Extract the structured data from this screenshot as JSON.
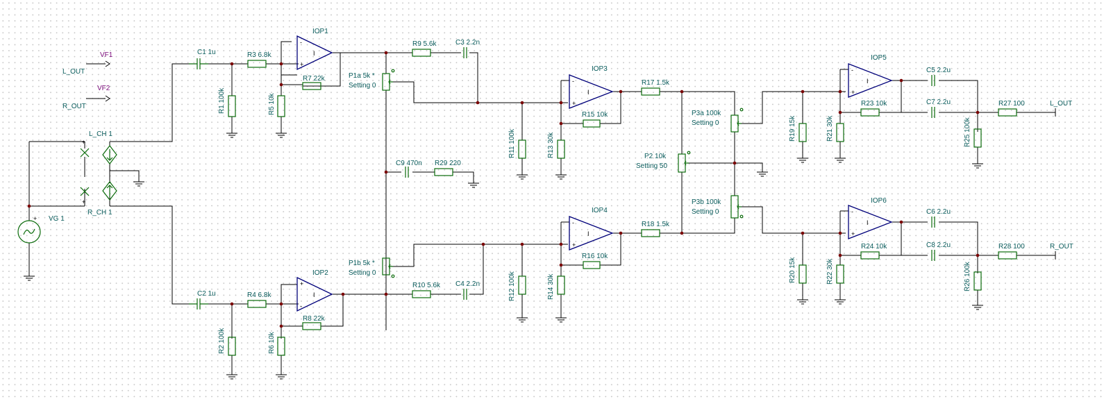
{
  "labels": {
    "VF1": "VF1",
    "VF2": "VF2",
    "L_OUT_tag": "L_OUT",
    "R_OUT_tag": "R_OUT",
    "L_CH": "L_CH 1",
    "R_CH": "R_CH 1",
    "VG": "VG 1",
    "IOP1": "IOP1",
    "IOP2": "IOP2",
    "IOP3": "IOP3",
    "IOP4": "IOP4",
    "IOP5": "IOP5",
    "IOP6": "IOP6",
    "C1": "C1 1u",
    "C2": "C2 1u",
    "C3": "C3 2.2n",
    "C4": "C4 2.2n",
    "C5": "C5 2.2u",
    "C6": "C6 2.2u",
    "C7": "C7 2.2u",
    "C8": "C8 2.2u",
    "C9": "C9 470n",
    "R1": "R1 100k",
    "R2": "R2 100k",
    "R3": "R3 6.8k",
    "R4": "R4 6.8k",
    "R5": "R5 10k",
    "R6": "R6 10k",
    "R7": "R7 22k",
    "R8": "R8 22k",
    "R9": "R9 5.6k",
    "R10": "R10 5.6k",
    "R11": "R11 100k",
    "R12": "R12 100k",
    "R13": "R13 30k",
    "R14": "R14 30k",
    "R15": "R15 10k",
    "R16": "R16 10k",
    "R17": "R17 1.5k",
    "R18": "R18 1.5k",
    "R19": "R19 15k",
    "R20": "R20 15k",
    "R21": "R21 30k",
    "R22": "R22 30k",
    "R23": "R23 10k",
    "R24": "R24 10k",
    "R25": "R25 100k",
    "R26": "R26 100k",
    "R27": "R27 100",
    "R28": "R28 100",
    "R29": "R29 220",
    "P1a": "P1a 5k *",
    "P1a_set": "Setting 0",
    "P1b": "P1b 5k *",
    "P1b_set": "Setting 0",
    "P2": "P2 10k",
    "P2_set": "Setting 50",
    "P3a": "P3a 100k",
    "P3a_set": "Setting 0",
    "P3b": "P3b 100k",
    "P3b_set": "Setting 0",
    "L_OUT_port": "L_OUT",
    "R_OUT_port": "R_OUT",
    "opamp_sign": "I",
    "plus": "+",
    "minus": "-"
  },
  "colors": {
    "wire": "#000000",
    "component": "#0a6b0a",
    "opamp": "#00007a",
    "label": "#0a5c5c",
    "probe": "#7a0a7a",
    "junction": "#7a0000"
  }
}
